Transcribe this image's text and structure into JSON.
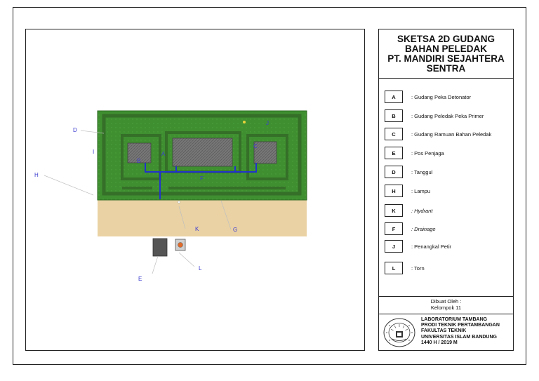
{
  "title": {
    "lines": [
      "SKETSA 2D GUDANG",
      "BAHAN PELEDAK",
      "PT. MANDIRI SEJAHTERA",
      "SENTRA"
    ]
  },
  "legend": [
    {
      "code": "A",
      "label": ": Gudang Peka Detonator",
      "italic": false
    },
    {
      "code": "B",
      "label": ": Gudang Peledak Peka Primer",
      "italic": false
    },
    {
      "code": "C",
      "label": ": Gudang Ramuan Bahan Peledak",
      "italic": false
    },
    {
      "code": "E",
      "label": ": Pos Penjaga",
      "italic": false
    },
    {
      "code": "D",
      "label": ": Tanggul",
      "italic": false
    },
    {
      "code": "H",
      "label": ": Lampu",
      "italic": false
    },
    {
      "code": "K",
      "label": ": Hydrant",
      "italic": true
    },
    {
      "code": "F",
      "label": ": Drainage",
      "italic": true
    },
    {
      "code": "J",
      "label": ": Penangkal Petir",
      "italic": false
    },
    {
      "code": "L",
      "label": ": Torn",
      "italic": false
    }
  ],
  "credit": {
    "line1": "Dibuat Oleh :",
    "line2": "Kelompok 11"
  },
  "lab": {
    "lines": [
      "LABORATORIUM TAMBANG",
      "PRODI TEKNIK PERTAMBANGAN",
      "FAKULTAS TEKNIK",
      "UNIVERSITAS ISLAM BANDUNG",
      "1440 H / 2019 M"
    ]
  },
  "drawing_labels": {
    "D": "D",
    "I": "I",
    "H": "H",
    "A": "A",
    "B": "B",
    "C": "C",
    "J": "J",
    "F": "F",
    "K": "K",
    "G": "G",
    "L": "L",
    "E": "E"
  },
  "colors": {
    "grass": "#3f8f30",
    "berm": "#3a7a2e",
    "sand": "#ead2a4",
    "pipe": "#2233cc",
    "building": "#6f6f6f",
    "label": "#3a3ad0"
  }
}
